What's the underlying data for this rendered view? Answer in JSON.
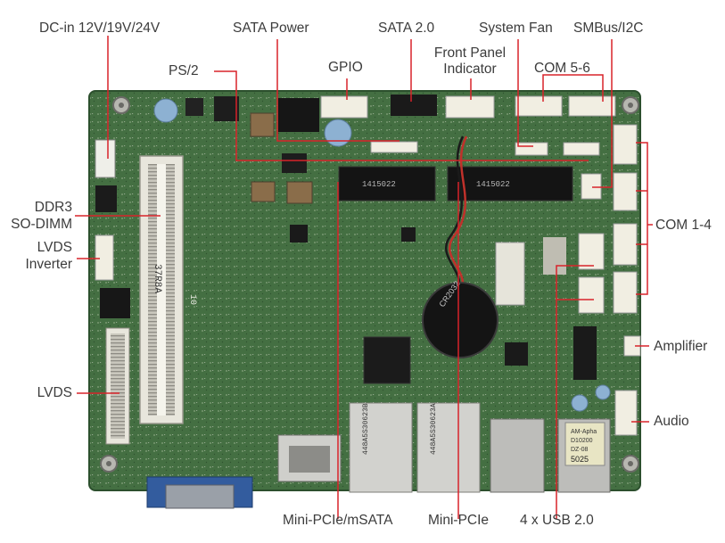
{
  "labels": {
    "dc_in": "DC-in 12V/19V/24V",
    "sata_power": "SATA Power",
    "sata": "SATA 2.0",
    "system_fan": "System Fan",
    "smbus": "SMBus/I2C",
    "front_panel_1": "Front Panel",
    "front_panel_2": "Indicator",
    "gpio": "GPIO",
    "ps2": "PS/2",
    "com56": "COM 5-6",
    "ddr3_1": "DDR3",
    "ddr3_2": "SO-DIMM",
    "lvds_inv_1": "LVDS",
    "lvds_inv_2": "Inverter",
    "lvds": "LVDS",
    "com14": "COM 1-4",
    "amplifier": "Amplifier",
    "audio": "Audio",
    "minipcie_msata": "Mini-PCIe/mSATA",
    "minipcie": "Mini-PCIe",
    "usb": "4 x USB 2.0"
  },
  "board_markings": {
    "slot_print": "37R8A",
    "slot_id": "10",
    "socket_1": "1415022",
    "socket_2": "1415022",
    "battery": "CR2032",
    "lan_1": "448A5S30623B",
    "lan_2": "448A5S30623A",
    "audio_jack_1": "AM-Apha",
    "audio_jack_2": "D10200",
    "audio_jack_3": "DZ-08",
    "audio_jack_4": "5025"
  },
  "colors": {
    "leader": "#d8232a",
    "pcb": "#3f6e3e",
    "label_text": "#3c3c3c"
  }
}
